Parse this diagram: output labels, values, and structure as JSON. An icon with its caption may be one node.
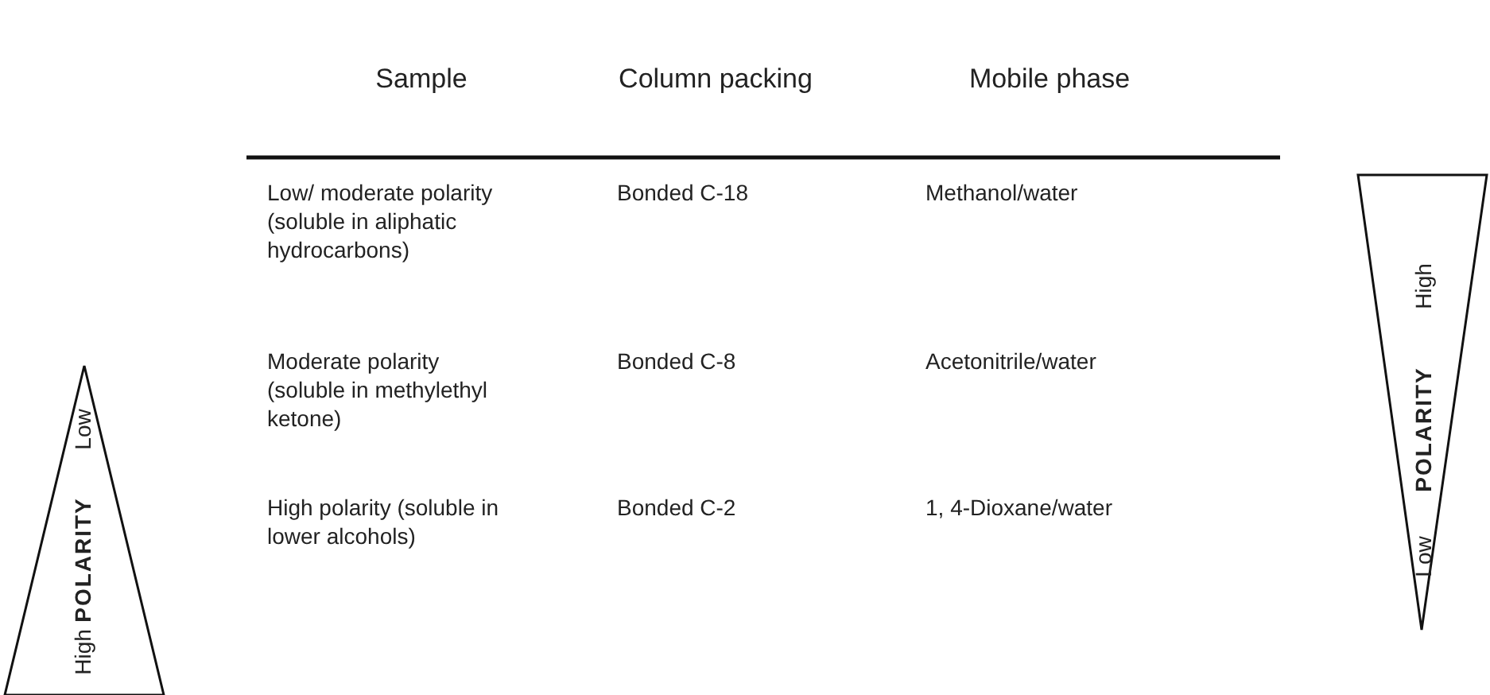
{
  "diagram": {
    "nodes": [
      {
        "text": [
          "High",
          "POLARITY",
          "Low"
        ]
      },
      {
        "text": [
          "Low",
          "POLARITY",
          "High"
        ]
      }
    ],
    "labels": [
      "Sample",
      "Column packing",
      "Mobile phase",
      "Low/ moderate polarity (soluble in aliphatic hydrocarbons)",
      "Bonded C-18",
      "Methanol/water",
      "Moderate polarity (soluble in methylethyl ketone)",
      "Bonded C-8",
      "Acetonitrile/water",
      "High polarity (soluble in lower alcohols)",
      "Bonded C-2",
      "1, 4-Dioxane/water"
    ]
  }
}
